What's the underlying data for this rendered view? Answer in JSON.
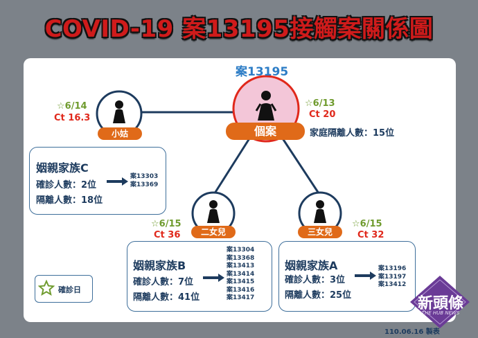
{
  "title": "COVID-19 案13195接觸案關係圖",
  "index_case": {
    "name": "案13195",
    "label": "個案",
    "date": "☆6/13",
    "ct": "Ct 20",
    "household_quarantine": "家庭隔離人數：15位"
  },
  "aunt": {
    "label": "小姑",
    "date": "☆6/14",
    "ct": "Ct 16.3"
  },
  "second_daughter": {
    "label": "二女兒",
    "date": "☆6/15",
    "ct": "Ct 36"
  },
  "third_daughter": {
    "label": "三女兒",
    "date": "☆6/15",
    "ct": "Ct 32"
  },
  "family_c": {
    "title": "姻親家族C",
    "confirmed": "確診人數：2位",
    "quarantined": "隔離人數：18位",
    "cases": [
      "案13303",
      "案13369"
    ]
  },
  "family_b": {
    "title": "姻親家族B",
    "confirmed": "確診人數：7位",
    "quarantined": "隔離人數：41位",
    "cases": [
      "案13304",
      "案13368",
      "案13413",
      "案13414",
      "案13415",
      "案13416",
      "案13417"
    ]
  },
  "family_a": {
    "title": "姻親家族A",
    "confirmed": "確診人數：3位",
    "quarantined": "隔離人數：25位",
    "cases": [
      "案13196",
      "案13197",
      "案13412"
    ]
  },
  "legend": {
    "label": "確診日"
  },
  "footer": {
    "date": "110.06.16 製表"
  },
  "logo": {
    "text": "新頭條",
    "sub": "THE HUB NEWS"
  },
  "colors": {
    "background": "#7c8289",
    "title_red": "#cf1b1b",
    "orange": "#e06a19",
    "navy": "#1d3b5e",
    "index_pink": "#f3c6d8",
    "date_green": "#6f9b2e",
    "ct_red": "#e0281b",
    "logo_purple": "#6a3b96"
  }
}
